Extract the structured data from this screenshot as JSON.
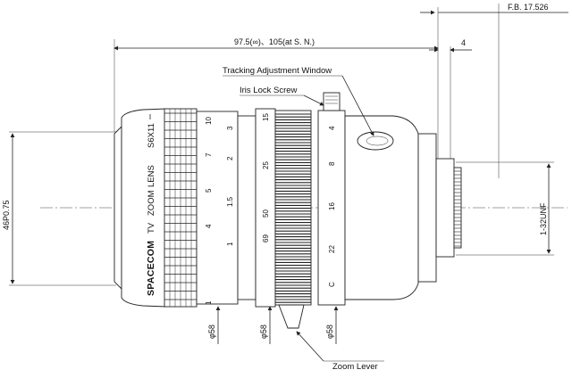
{
  "dimensions": {
    "flange_back": "F.B. 17.526",
    "overall_length": "97.5(∞)、105(at S. N.)",
    "offset": "4",
    "front_thread": "46P0.75",
    "mount_thread": "1-32UNF",
    "diameter_1": "φ58",
    "diameter_2": "φ58",
    "diameter_3": "φ58"
  },
  "callouts": {
    "tracking_window": "Tracking Adjustment Window",
    "iris_screw": "Iris Lock Screw",
    "zoom_lever": "Zoom Lever"
  },
  "lens_text": {
    "brand": "SPACECOM",
    "tv": "TV",
    "zoom": "ZOOM",
    "lens": "LENS",
    "model": "S6X11"
  },
  "scales": {
    "focus_col_a": [
      "10",
      "7",
      "5",
      "4",
      "1"
    ],
    "focus_col_b": [
      "3",
      "2",
      "1.5",
      "1"
    ],
    "zoom_ring": [
      "15",
      "25",
      "50",
      "69"
    ],
    "iris_ring": [
      "4",
      "8",
      "16",
      "22",
      "C"
    ]
  }
}
